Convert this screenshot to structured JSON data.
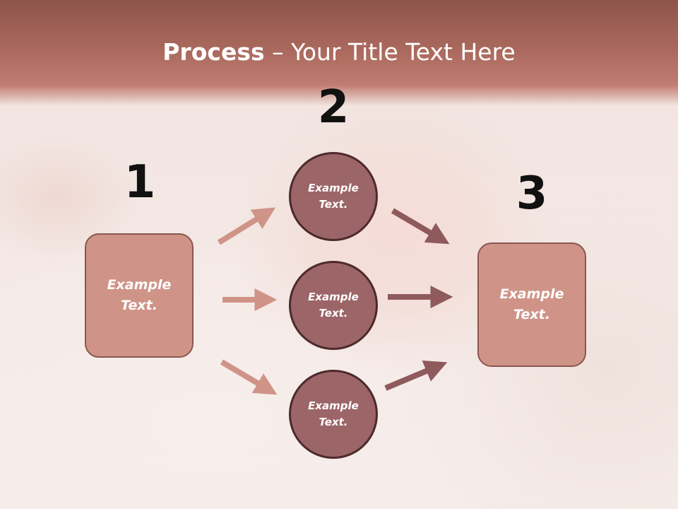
{
  "slide": {
    "title_bold": "Process",
    "title_rest": " – Your Title Text Here"
  },
  "steps": {
    "step1": {
      "number": "1",
      "text": "Example\nText."
    },
    "step2": {
      "number": "2"
    },
    "step3": {
      "number": "3",
      "text": "Example\nText."
    }
  },
  "circles": [
    {
      "text": "Example\nText."
    },
    {
      "text": "Example\nText."
    },
    {
      "text": "Example\nText."
    }
  ],
  "colors": {
    "header": "#a9685c",
    "box_fill": "#cf9487",
    "box_border": "#8b5650",
    "circle_fill": "#9c6567",
    "circle_border": "#4d2a2b",
    "arrow_light": "#cf9487",
    "arrow_dark": "#8f5a5c"
  }
}
